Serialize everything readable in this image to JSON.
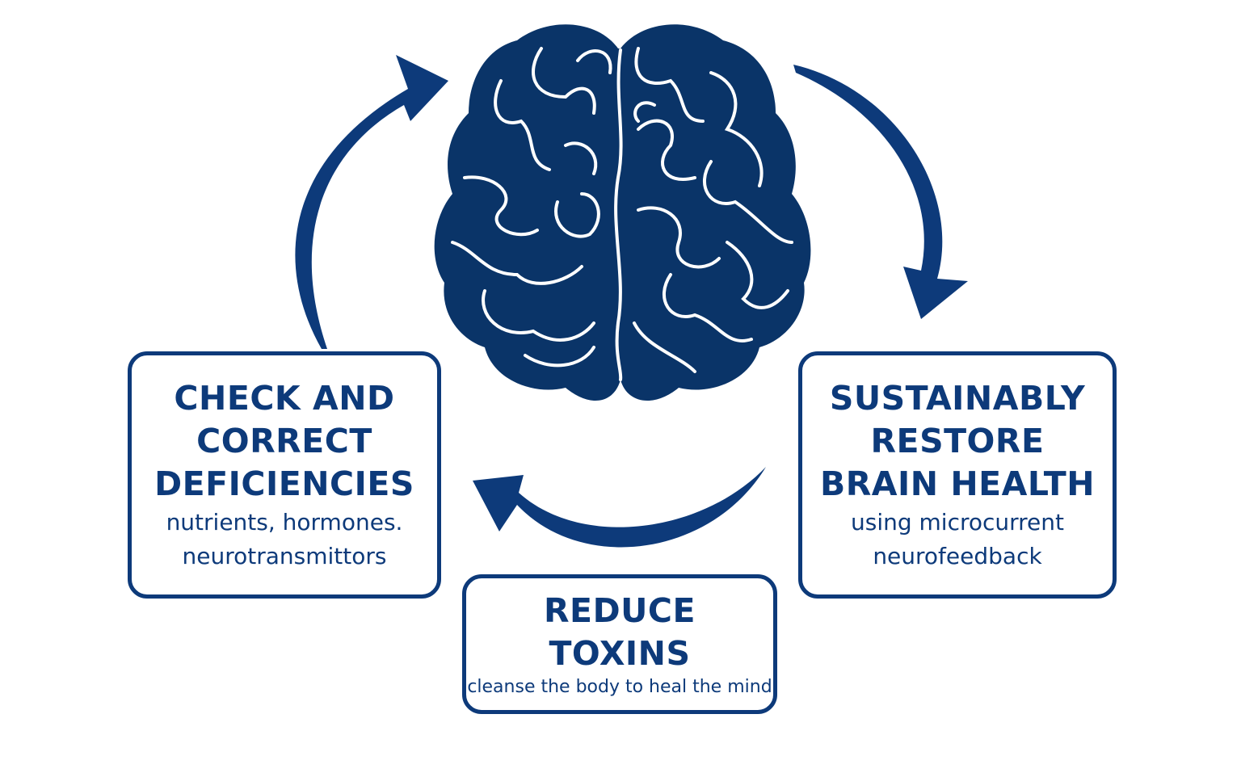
{
  "colors": {
    "primary": "#0d3a7a",
    "brain": "#0a3468"
  },
  "icons": {
    "center": "brain-icon",
    "arrows": "cycle-arrow-icon"
  },
  "steps": [
    {
      "title_lines": [
        "CHECK AND",
        "CORRECT",
        "DEFICIENCIES"
      ],
      "sub_lines": [
        "nutrients, hormones.",
        "neurotransmittors"
      ]
    },
    {
      "title_lines": [
        "SUSTAINABLY",
        "RESTORE",
        "BRAIN HEALTH"
      ],
      "sub_lines": [
        "using microcurrent",
        "neurofeedback"
      ]
    },
    {
      "title_lines": [
        "REDUCE",
        "TOXINS"
      ],
      "sub_lines": [
        "cleanse the body to heal the mind"
      ]
    }
  ]
}
